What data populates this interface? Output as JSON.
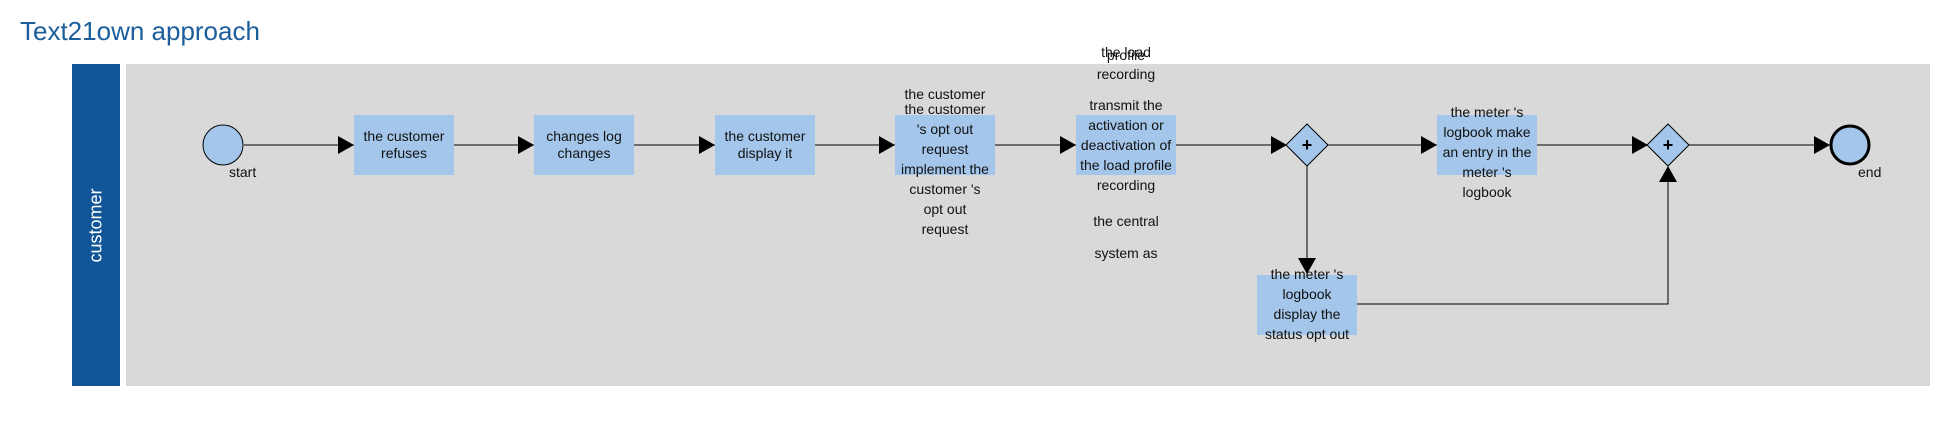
{
  "title": "Text21own approach",
  "lane": {
    "label": "customer"
  },
  "events": {
    "start_label": "start",
    "end_label": "end"
  },
  "tasks": {
    "t1": "the customer refuses",
    "t2": "changes log changes",
    "t3": "the customer display it",
    "t4": "the customer 's opt out request implement the customer 's opt out request",
    "t5": "transmit the activation or deactivation of the load profile recording",
    "t6": "the meter 's logbook make an entry in the meter 's logbook",
    "t7": "the meter 's logbook display the status opt out"
  },
  "annotations": {
    "t4_above": "the customer",
    "t5_above_a": "the load",
    "t5_above_b": "profile",
    "t5_above_c": "recording",
    "t5_below_a": "the central",
    "t5_below_b": "system as"
  },
  "gateways": {
    "g1": "+",
    "g2": "+"
  },
  "colors": {
    "lane_header": "#0f5597",
    "lane_body": "#d9d9d9",
    "task_fill": "#a3c6ea",
    "event_fill": "#a3c6ea",
    "title": "#1b5e9b"
  }
}
